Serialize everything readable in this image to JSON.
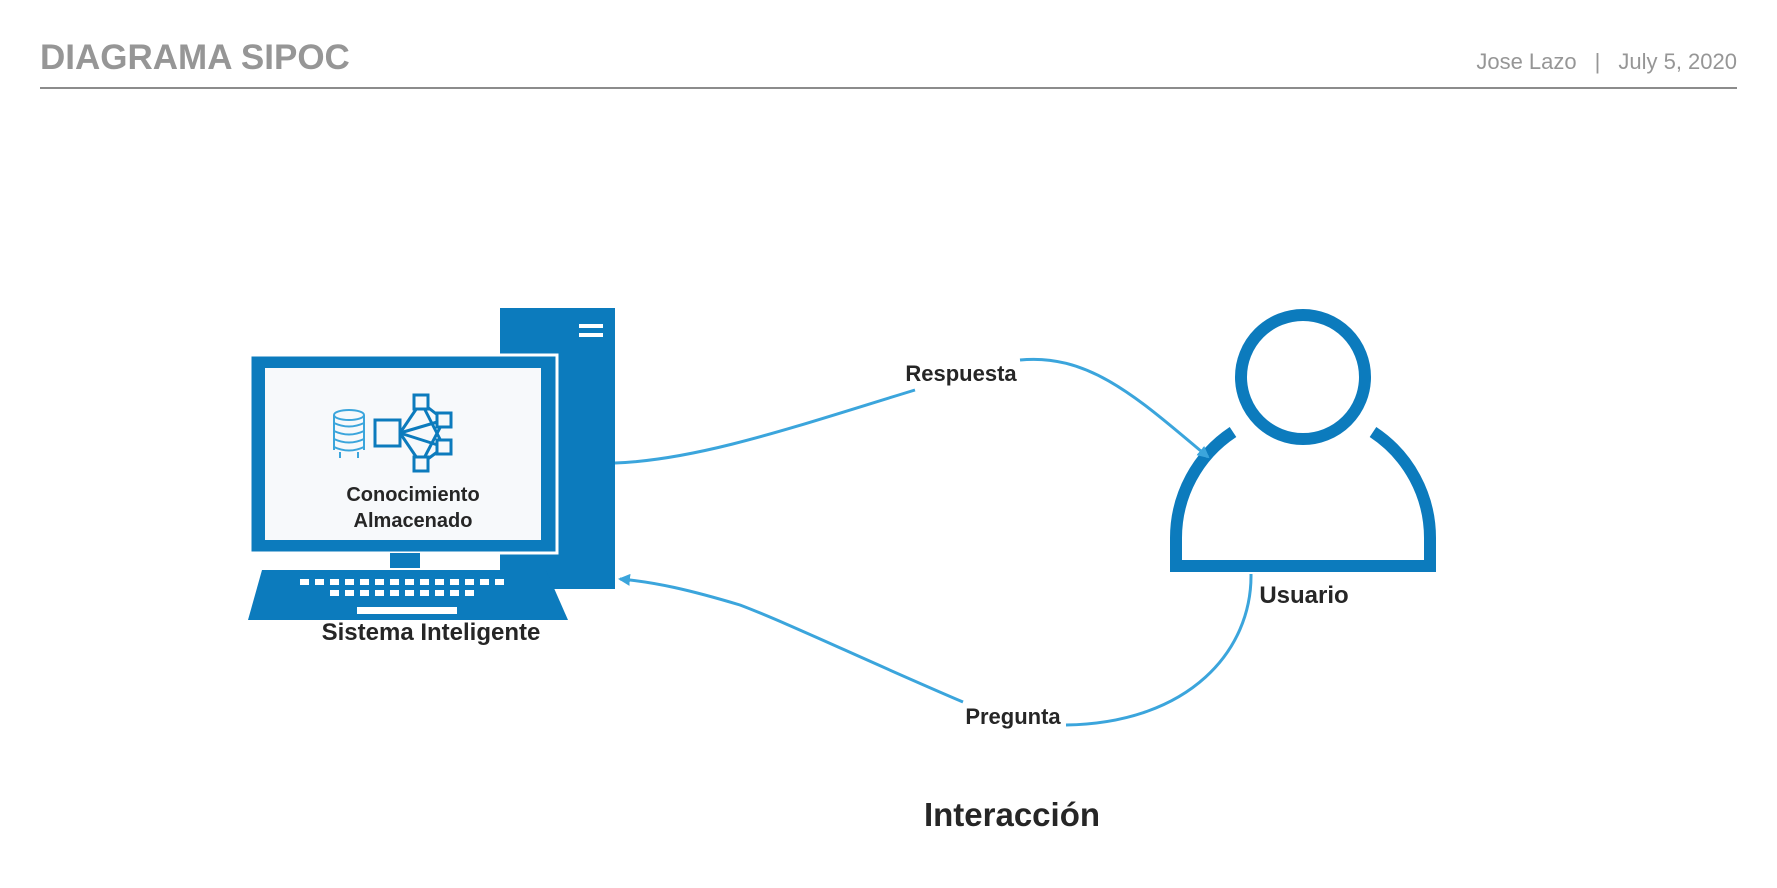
{
  "header": {
    "title": "DIAGRAMA SIPOC",
    "author": "Jose Lazo",
    "separator": "|",
    "date": "July 5, 2020"
  },
  "diagram": {
    "system_label": "Sistema Inteligente",
    "knowledge_label_line1": "Conocimiento",
    "knowledge_label_line2": "Almacenado",
    "user_label": "Usuario",
    "response_label": "Respuesta",
    "question_label": "Pregunta",
    "caption": "Interacción"
  },
  "colors": {
    "primary_blue": "#0c7bbd",
    "arrow_blue": "#3ba5dc",
    "screen_fill": "#f7f9fb",
    "title_gray": "#969696",
    "label_dark": "#262626"
  },
  "icons": [
    "computer-icon",
    "database-icon",
    "network-icon",
    "user-icon"
  ]
}
